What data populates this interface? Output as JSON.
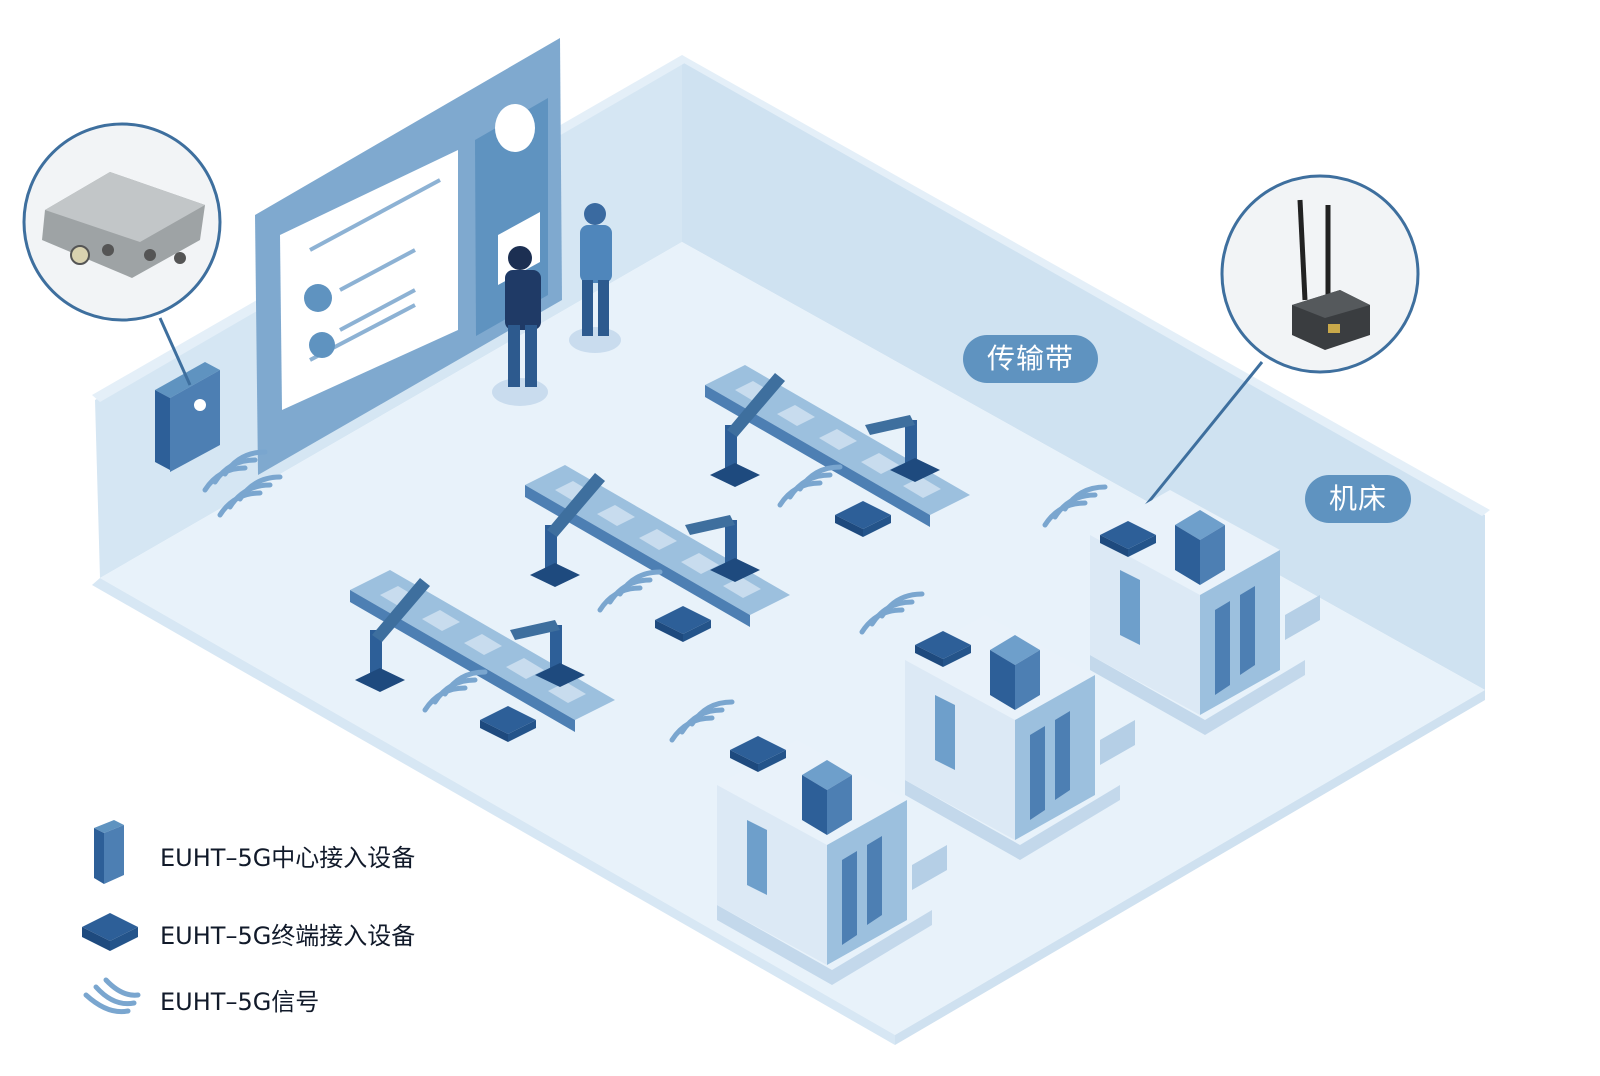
{
  "labels": {
    "conveyor": "传输带",
    "machine_tool": "机床"
  },
  "legend": [
    {
      "icon": "central-access-device-icon",
      "label": "EUHT–5G中心接入设备"
    },
    {
      "icon": "terminal-access-device-icon",
      "label": "EUHT–5G终端接入设备"
    },
    {
      "icon": "signal-icon",
      "label": "EUHT–5G信号"
    }
  ],
  "colors": {
    "floor": "#e8f2fa",
    "wall": "#cfe2f1",
    "accent": "#5f93c0",
    "device": "#2d5f98",
    "outline": "#3e6f9e"
  }
}
